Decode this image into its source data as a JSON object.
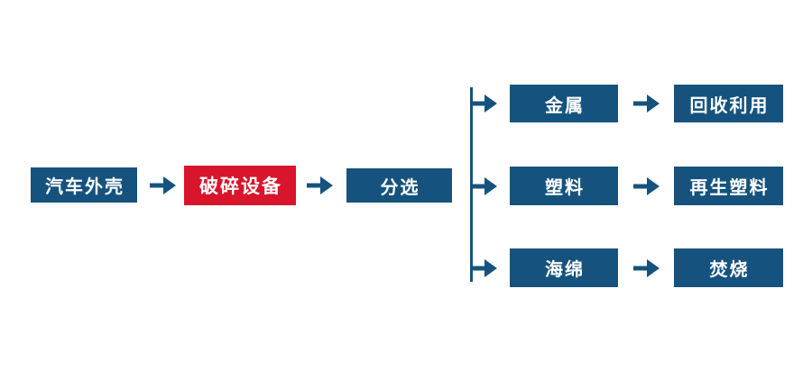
{
  "colors": {
    "primary_blue": "#15537E",
    "highlight_red": "#D8152B",
    "text_white": "#FFFFFF",
    "background": "#FFFFFF"
  },
  "flow": {
    "main": [
      {
        "label": "汽车外壳",
        "style": "blue"
      },
      {
        "label": "破碎设备",
        "style": "red"
      },
      {
        "label": "分选",
        "style": "blue"
      }
    ],
    "branches": [
      {
        "material": "金属",
        "result": "回收利用"
      },
      {
        "material": "塑料",
        "result": "再生塑料"
      },
      {
        "material": "海绵",
        "result": "焚烧"
      }
    ]
  }
}
